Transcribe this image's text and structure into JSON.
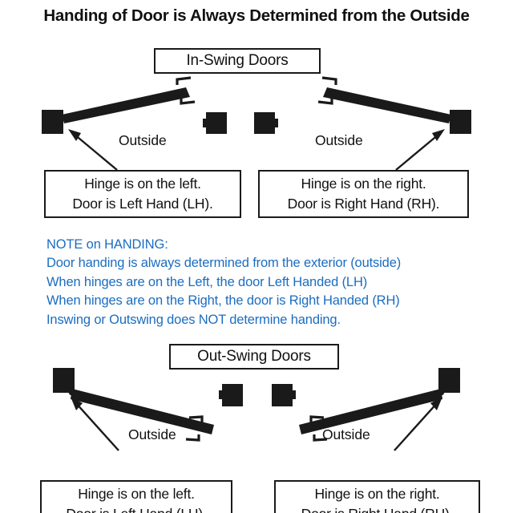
{
  "title": "Handing of Door is Always Determined from the Outside",
  "colors": {
    "ink": "#1a1a1a",
    "note_blue": "#1b6dc1",
    "background": "#ffffff"
  },
  "sections": [
    {
      "id": "in-swing",
      "header": "In-Swing Doors",
      "doors": [
        {
          "side": "left",
          "outside_label": "Outside",
          "caption_line1": "Hinge is on the left.",
          "caption_line2": "Door is Left Hand (LH)."
        },
        {
          "side": "right",
          "outside_label": "Outside",
          "caption_line1": "Hinge is on the right.",
          "caption_line2": "Door is Right Hand (RH)."
        }
      ]
    },
    {
      "id": "out-swing",
      "header": "Out-Swing Doors",
      "doors": [
        {
          "side": "left",
          "outside_label": "Outside",
          "caption_line1": "Hinge is on the left.",
          "caption_line2": "Door is Left Hand (LH)."
        },
        {
          "side": "right",
          "outside_label": "Outside",
          "caption_line1": "Hinge is on the right.",
          "caption_line2": "Door is Right Hand (RH)."
        }
      ]
    }
  ],
  "note": {
    "heading": "NOTE on HANDING:",
    "lines": [
      "Door handing is always determined from the exterior (outside)",
      "When hinges are on the Left, the door Left Handed (LH)",
      "When hinges are on the Right, the door is Right Handed (RH)",
      "Inswing or Outswing does NOT determine handing."
    ]
  }
}
